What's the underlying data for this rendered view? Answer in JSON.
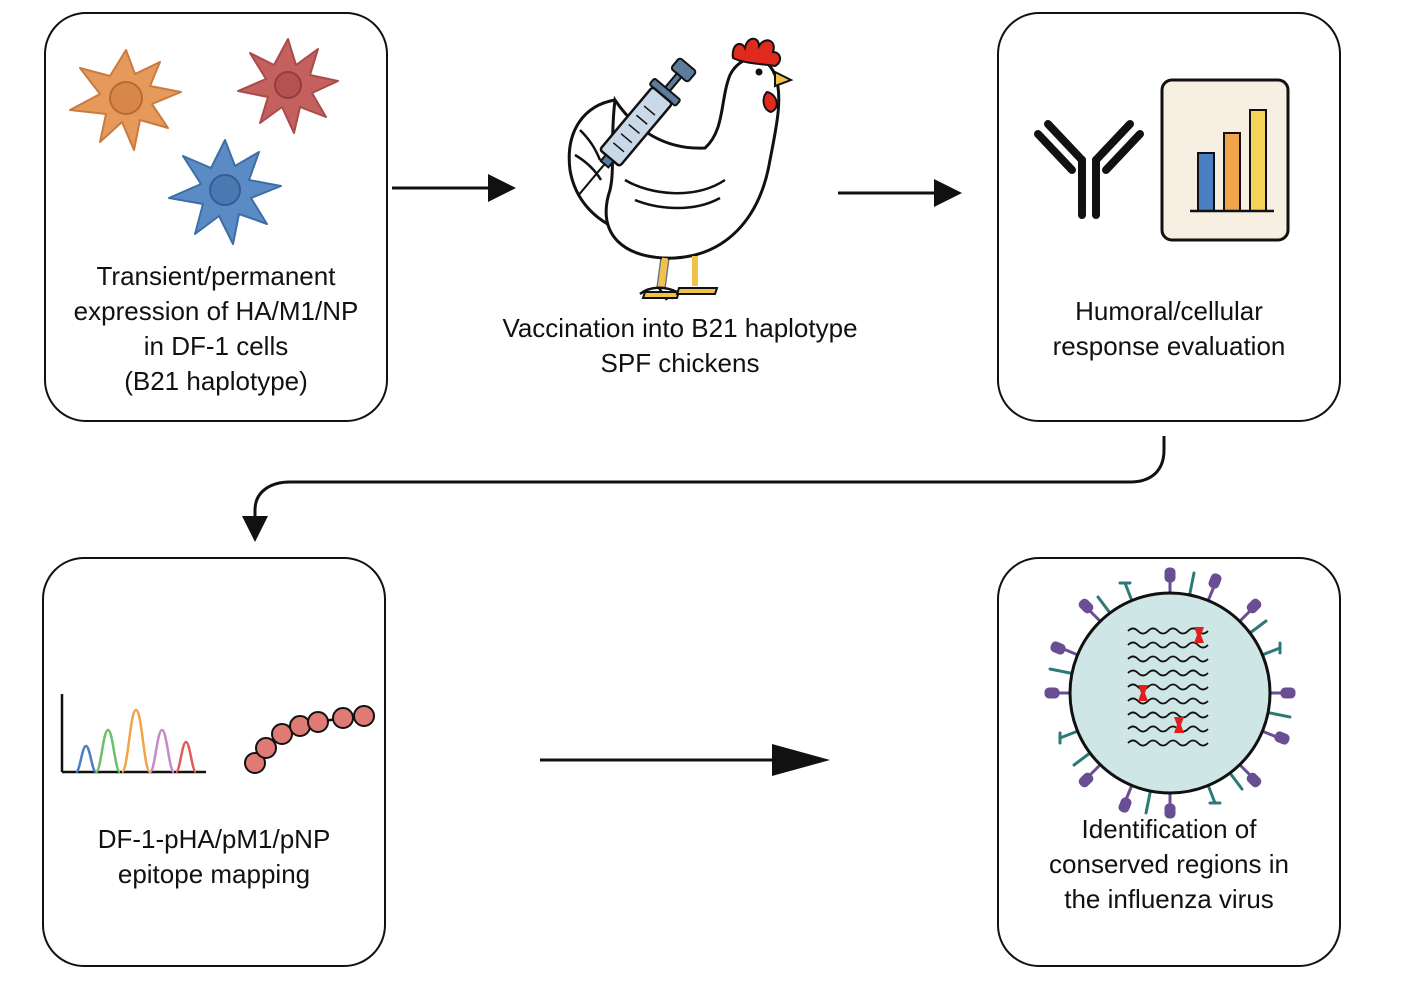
{
  "steps": {
    "expression": {
      "lines": [
        "Transient/permanent",
        "expression of HA/M1/NP",
        "in DF-1 cells",
        "(B21 haplotype)"
      ],
      "icons": [
        "dendritic-cell-orange-icon",
        "dendritic-cell-red-icon",
        "dendritic-cell-blue-icon"
      ]
    },
    "vaccination": {
      "lines": [
        "Vaccination into B21 haplotype",
        "SPF chickens"
      ],
      "icons": [
        "chicken-icon",
        "syringe-icon"
      ]
    },
    "evaluation": {
      "lines": [
        "Humoral/cellular",
        "response evaluation"
      ],
      "icons": [
        "antibody-icon",
        "bar-chart-icon"
      ]
    },
    "mapping": {
      "lines": [
        "DF-1-pHA/pM1/pNP",
        "epitope mapping"
      ],
      "icons": [
        "chromatogram-icon",
        "peptide-chain-icon"
      ]
    },
    "identification": {
      "lines": [
        "Identification of",
        "conserved regions in",
        "the influenza virus"
      ],
      "icons": [
        "influenza-virus-icon"
      ]
    }
  },
  "colors": {
    "stroke": "#111111",
    "cell_orange": "#e59a5c",
    "cell_red": "#c4605e",
    "cell_blue": "#5b8bc4",
    "virus_fill": "#cfe6e6",
    "virus_spike_purple": "#6a4e93",
    "virus_spike_teal": "#2c7a78",
    "mutation_red": "#e0201c",
    "comb_red": "#e02a1e",
    "beak_yellow": "#f1c24a",
    "bar_blue": "#4a7fc1",
    "bar_orange": "#f0a54a",
    "bar_yellow": "#f5d25a",
    "chart_bg": "#f7efe2",
    "bead_red": "#e07a74"
  }
}
